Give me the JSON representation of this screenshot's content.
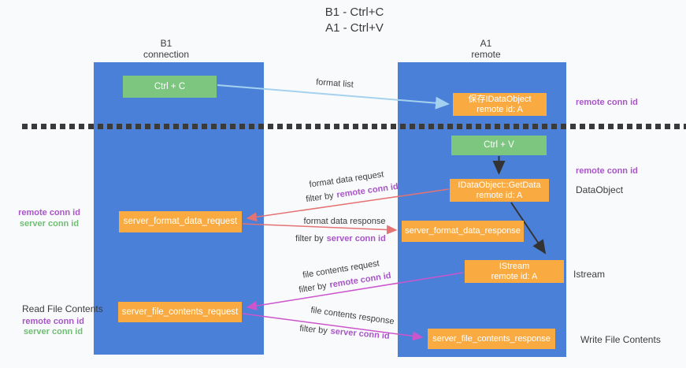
{
  "title": {
    "line1": "B1 - Ctrl+C",
    "line2": "A1 - Ctrl+V"
  },
  "colors": {
    "lane_blue": "#4a80d8",
    "box_green": "#7cc67f",
    "box_orange": "#f9ab41",
    "arrow_light_blue": "#a3d1ef",
    "arrow_red": "#e57373",
    "arrow_magenta": "#cc55cc",
    "arrow_black": "#333333",
    "label_purple": "#a855c8",
    "label_green": "#6fbe74"
  },
  "lanes": {
    "left": {
      "title": "B1",
      "subtitle": "connection"
    },
    "right": {
      "title": "A1",
      "subtitle": "remote"
    }
  },
  "nodes": {
    "ctrl_c": {
      "label": "Ctrl + C"
    },
    "save_idataobject": {
      "line1": "保存IDataObject",
      "line2": "remote id: A"
    },
    "ctrl_v": {
      "label": "Ctrl + V"
    },
    "getdata": {
      "line1": "IDataObject::GetData",
      "line2": "remote id: A"
    },
    "server_format_data_request": {
      "label": "server_format_data_request"
    },
    "server_format_data_response": {
      "label": "server_format_data_response"
    },
    "istream": {
      "line1": "IStream",
      "line2": "remote id: A"
    },
    "server_file_contents_request": {
      "label": "server_file_contents_request"
    },
    "server_file_contents_response": {
      "label": "server_file_contents_response"
    }
  },
  "edge_labels": {
    "format_list": "format list",
    "format_data_request": "format data request",
    "format_data_response": "format data response",
    "file_contents_request": "file contents request",
    "file_contents_response": "file contents response",
    "filter_by": "filter by",
    "remote_conn_id": "remote conn id",
    "server_conn_id": "server conn id"
  },
  "annotations": {
    "right_top_remote_conn_id": "remote conn id",
    "right_mid_remote_conn_id": "remote conn id",
    "right_dataobject": "DataObject",
    "right_istream": "Istream",
    "right_write_file_contents": "Write File Contents",
    "left_mid_remote_conn_id": "remote conn id",
    "left_mid_server_conn_id": "server conn id",
    "left_read_file_contents": "Read File Contents",
    "left_bottom_remote_conn_id": "remote conn id",
    "left_bottom_server_conn_id": "server conn id"
  }
}
